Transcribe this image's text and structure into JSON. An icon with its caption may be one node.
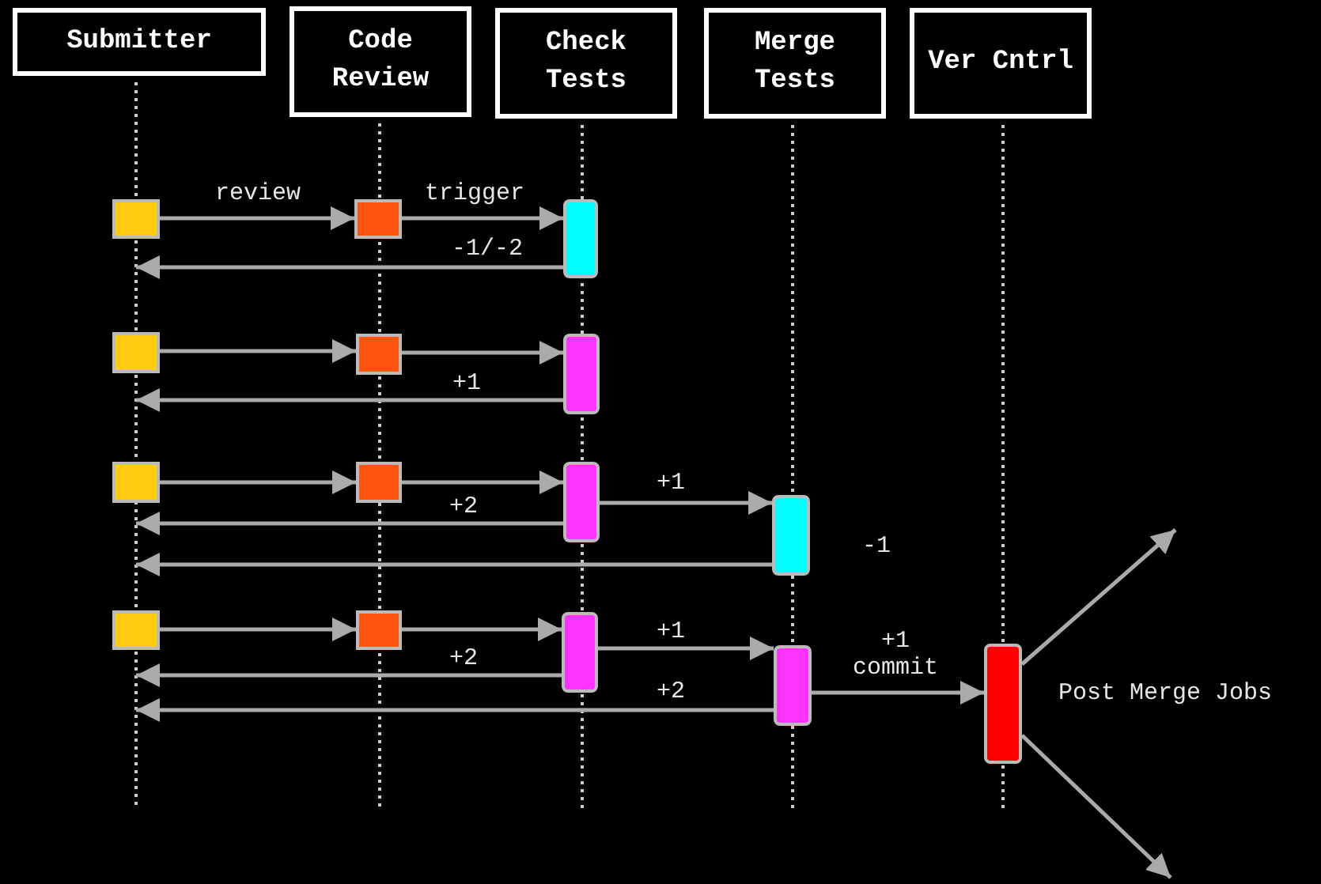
{
  "diagram": {
    "nodes": [
      {
        "text": [
          "Submitter"
        ]
      },
      {
        "text": [
          "Code Review"
        ]
      },
      {
        "text": [
          "Check Tests"
        ]
      },
      {
        "text": [
          "Merge Tests"
        ]
      },
      {
        "text": [
          "Ver Cntrl"
        ]
      },
      {
        "text": [],
        "shape": "box"
      },
      {
        "text": [],
        "shape": "box"
      },
      {
        "text": [],
        "shape": "bar"
      },
      {
        "text": [],
        "shape": "box"
      },
      {
        "text": [],
        "shape": "box"
      },
      {
        "text": [],
        "shape": "bar"
      },
      {
        "text": [],
        "shape": "box"
      },
      {
        "text": [],
        "shape": "box"
      },
      {
        "text": [],
        "shape": "bar"
      },
      {
        "text": [],
        "shape": "bar",
        "beside": [
          "-1"
        ]
      },
      {
        "text": [],
        "shape": "box"
      },
      {
        "text": [],
        "shape": "box"
      },
      {
        "text": [],
        "shape": "bar"
      },
      {
        "text": [],
        "shape": "bar"
      },
      {
        "text": [],
        "shape": "bar",
        "beside": [
          "Post Merge Jobs"
        ]
      }
    ],
    "edges": [
      {
        "from": 5,
        "to": 6,
        "arrow": "to",
        "label": "review"
      },
      {
        "from": 6,
        "to": 7,
        "arrow": "to",
        "label": "trigger"
      },
      {
        "from": 7,
        "to": 5,
        "arrow": "to",
        "label": "-1/-2"
      },
      {
        "from": 8,
        "to": 9,
        "arrow": "to"
      },
      {
        "from": 9,
        "to": 10,
        "arrow": "to"
      },
      {
        "from": 10,
        "to": 8,
        "arrow": "to",
        "label": "+1"
      },
      {
        "from": 11,
        "to": 12,
        "arrow": "to"
      },
      {
        "from": 12,
        "to": 13,
        "arrow": "to"
      },
      {
        "from": 13,
        "to": 14,
        "arrow": "to",
        "label": "+1"
      },
      {
        "from": 13,
        "to": 11,
        "arrow": "to",
        "label": "+2"
      },
      {
        "from": 14,
        "to": 15,
        "arrow": "to"
      },
      {
        "from": 15,
        "to": 16,
        "arrow": "to"
      },
      {
        "from": 16,
        "to": 17,
        "arrow": "to"
      },
      {
        "from": 17,
        "to": 18,
        "arrow": "to",
        "label": "+1"
      },
      {
        "from": 17,
        "to": 15,
        "arrow": "to",
        "label": "+2"
      },
      {
        "from": 18,
        "to": 19,
        "arrow": "to",
        "label": "+1 commit"
      },
      {
        "from": 18,
        "to": null,
        "arrow": "to",
        "label": "+2"
      },
      {
        "from": 19,
        "to": null,
        "arrow": "to"
      },
      {
        "from": 19,
        "to": null,
        "arrow": "to"
      }
    ]
  }
}
